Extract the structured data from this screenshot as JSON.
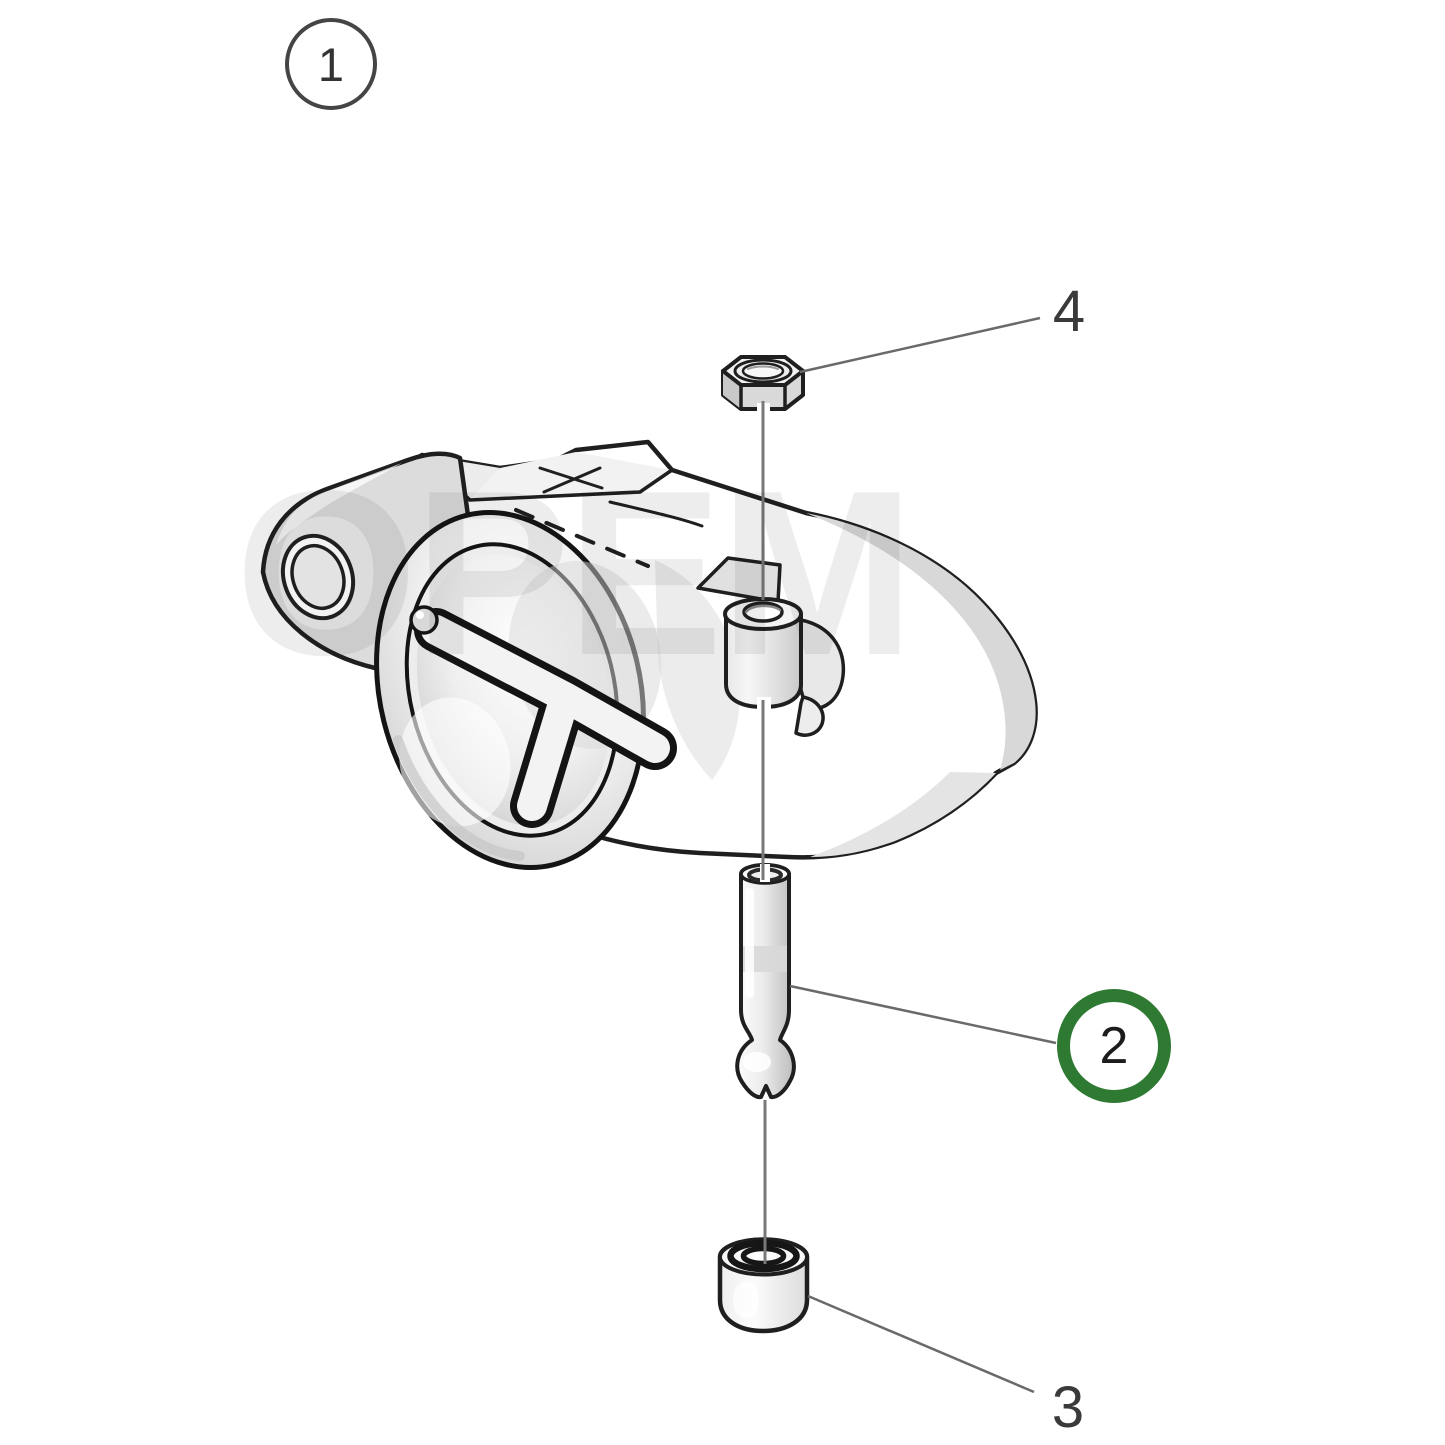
{
  "watermark": {
    "text": "OPEM"
  },
  "colors": {
    "background": "#ffffff",
    "outline": "#1f1f1f",
    "leader_line": "#6a6a6a",
    "center_axis": "#787878",
    "label_text": "#3a3a3a",
    "callout1_border": "#454545",
    "accent_green": "#2f7a33"
  },
  "callouts": {
    "c1": {
      "label": "1"
    },
    "c2": {
      "label": "2"
    },
    "c3": {
      "label": "3"
    },
    "c4": {
      "label": "4"
    }
  }
}
